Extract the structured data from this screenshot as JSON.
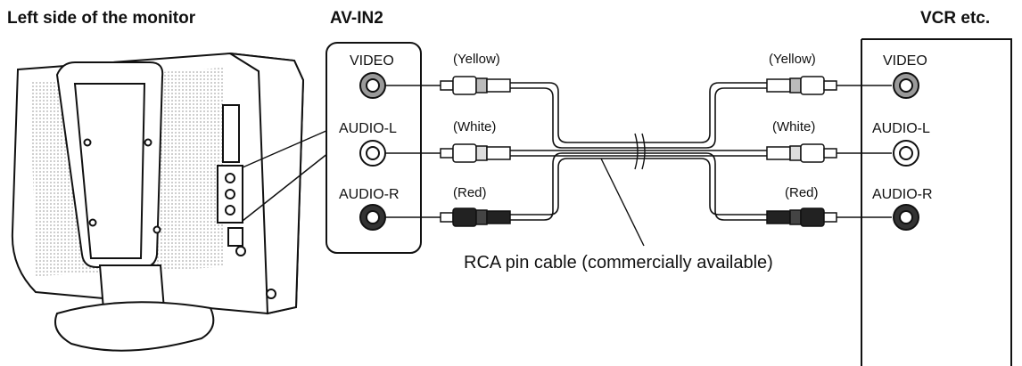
{
  "headings": {
    "monitor_side": "Left side of the monitor",
    "input_panel": "AV-IN2",
    "device": "VCR etc."
  },
  "panel_jacks": [
    "VIDEO",
    "AUDIO-L",
    "AUDIO-R"
  ],
  "device_jacks": [
    "VIDEO",
    "AUDIO-L",
    "AUDIO-R"
  ],
  "plug_colors_left": [
    "(Yellow)",
    "(White)",
    "(Red)"
  ],
  "plug_colors_right": [
    "(Yellow)",
    "(White)",
    "(Red)"
  ],
  "cable_caption": "RCA pin cable (commercially available)",
  "colors": {
    "line": "#111111",
    "dark_jack": "#333333",
    "light_jack": "#9a9a9a"
  }
}
